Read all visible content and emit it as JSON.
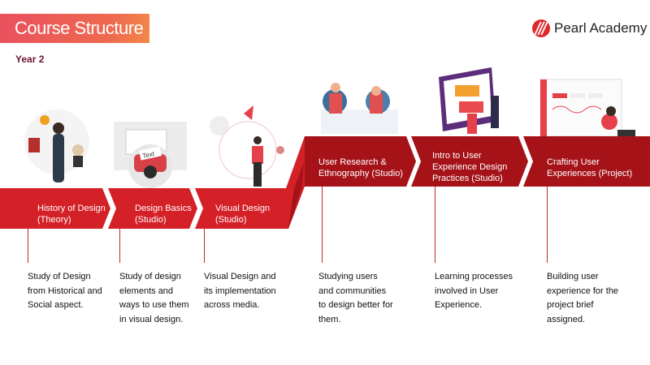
{
  "header": {
    "title": "Course Structure",
    "subtitle": "Year 2",
    "brand": "Pearl Academy"
  },
  "colors": {
    "band_dark": "#a51319",
    "band_light": "#d42027",
    "title_start": "#e9505e",
    "title_end": "#f2894a",
    "year": "#6b1530"
  },
  "stages": [
    {
      "label_1": "History of Design",
      "label_2": "(Theory)",
      "description": [
        "Study of Design",
        "from Historical and",
        "Social aspect."
      ]
    },
    {
      "label_1": "Design Basics",
      "label_2": "(Studio)",
      "description": [
        "Study of design",
        "elements and",
        "ways to use them",
        "in visual design."
      ]
    },
    {
      "label_1": "Visual Design",
      "label_2": "(Studio)",
      "description": [
        "Visual Design and",
        "its implementation",
        "across media."
      ]
    },
    {
      "label_1": "User Research &",
      "label_2": "Ethnography (Studio)",
      "description": [
        "Studying users",
        "and communities",
        "to design better for",
        "them."
      ]
    },
    {
      "label_1": "Intro to User",
      "label_2": "Experience Design",
      "label_3": "Practices (Studio)",
      "description": [
        "Learning processes",
        "involved in User",
        "Experience."
      ]
    },
    {
      "label_1": "Crafting User",
      "label_2": "Experiences (Project)",
      "description": [
        "Building user",
        "experience for the",
        "project brief",
        "assigned."
      ]
    }
  ],
  "illustration_text": "Text"
}
